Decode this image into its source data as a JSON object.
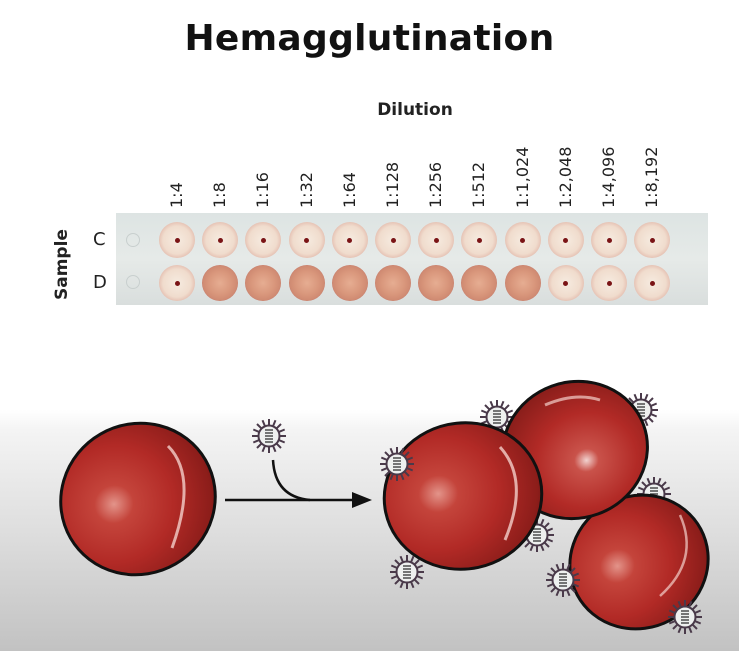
{
  "title": "Hemagglutination",
  "dilution": {
    "axis_title": "Dilution",
    "labels": [
      "1:4",
      "1:8",
      "1:16",
      "1:32",
      "1:64",
      "1:128",
      "1:256",
      "1:512",
      "1:1,024",
      "1:2,048",
      "1:4,096",
      "1:8,192"
    ]
  },
  "sample": {
    "axis_title": "Sample",
    "rows": [
      {
        "label": "C",
        "wells": [
          "button",
          "button",
          "button",
          "button",
          "button",
          "button",
          "button",
          "button",
          "button",
          "button",
          "button",
          "button"
        ]
      },
      {
        "label": "D",
        "wells": [
          "button",
          "lattice",
          "lattice",
          "lattice",
          "lattice",
          "lattice",
          "lattice",
          "lattice",
          "lattice",
          "button",
          "button",
          "button"
        ]
      }
    ]
  },
  "illustration": {
    "left": "single red blood cell",
    "reagent": "virus particle",
    "arrow": "right-arrow",
    "right": "agglutinated red blood cells bound by virus particles",
    "colors": {
      "rbc": "#b22a26",
      "rbc_dark": "#7d1a17",
      "virus_spikes": "#4a3a4a",
      "outline": "#111111"
    }
  }
}
